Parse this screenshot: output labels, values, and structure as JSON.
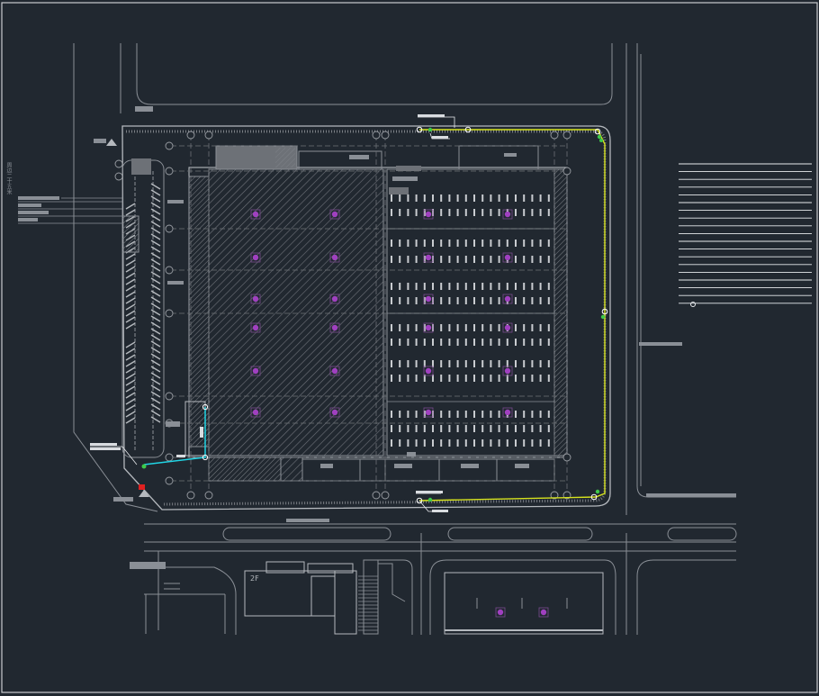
{
  "drawing": {
    "background": "#212830",
    "colors": {
      "line_gray": "#8a8f96",
      "line_light": "#b5b9be",
      "wall_fill": "#6d7177",
      "hatch": "#7a7e84",
      "yellow_route": "#d6e21e",
      "cyan_route": "#21d4e4",
      "purple_marker": "#a040c0",
      "green_marker": "#3ec94a",
      "red_marker": "#e02020",
      "legend_white": "#e8eaed"
    },
    "left_labels": [
      "周",
      "边",
      "二",
      "十",
      "五",
      "米"
    ],
    "building_annex_label": "2F",
    "legend": {
      "line_count": 19,
      "marker_icon": "circle-marker-icon"
    }
  }
}
